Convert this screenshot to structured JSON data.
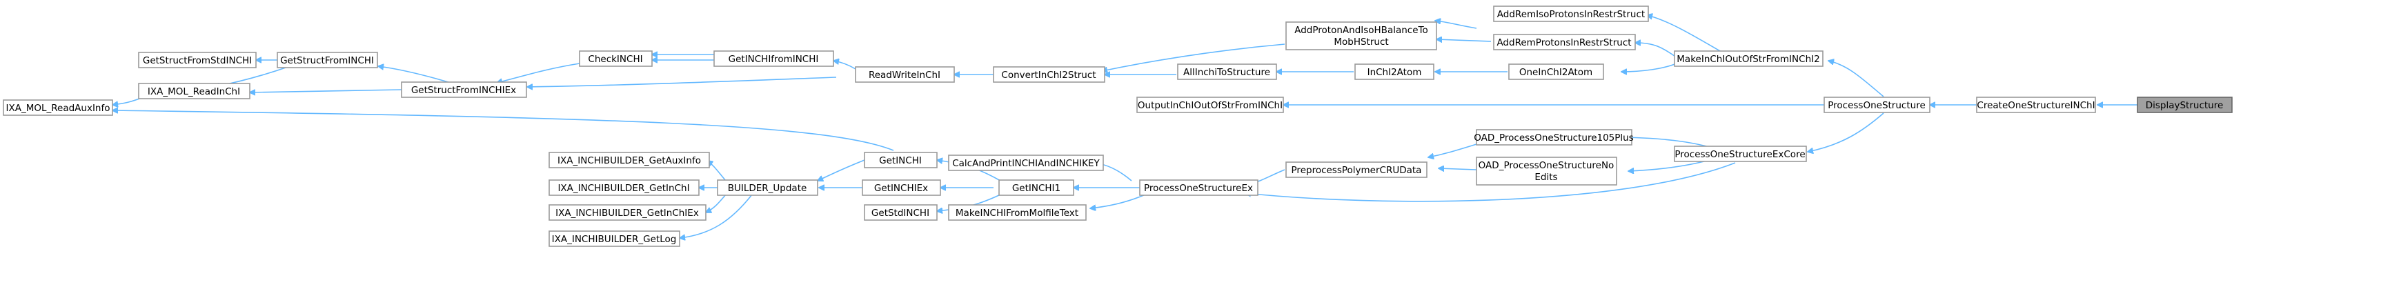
{
  "graph": {
    "root_color": "#a0a0a0",
    "node_border": "#999999",
    "edge_color": "#63b8ff",
    "nodes": [
      {
        "id": "n1",
        "label": "DisplayStructure"
      },
      {
        "id": "n2",
        "label": "CreateOneStructureINChI"
      },
      {
        "id": "n3",
        "label": "ProcessOneStructure"
      },
      {
        "id": "n4",
        "label": "MakeInChIOutOfStrFromINChI2"
      },
      {
        "id": "n5",
        "label": "ProcessOneStructureExCore"
      },
      {
        "id": "n6",
        "label": "AddRemIsoProtonsInRestrStruct"
      },
      {
        "id": "n7",
        "label": "AddProtonAndIsoHBalanceTo"
      },
      {
        "id": "n7b",
        "label": "MobHStruct"
      },
      {
        "id": "n8",
        "label": "AddRemProtonsInRestrStruct"
      },
      {
        "id": "n9",
        "label": "OneInChI2Atom"
      },
      {
        "id": "n10",
        "label": "InChI2Atom"
      },
      {
        "id": "n11",
        "label": "AllInchiToStructure"
      },
      {
        "id": "n12",
        "label": "ConvertInChI2Struct"
      },
      {
        "id": "n13",
        "label": "OutputInChIOutOfStrFromINChI"
      },
      {
        "id": "n14",
        "label": "OAD_ProcessOneStructure105Plus"
      },
      {
        "id": "n15",
        "label": "OAD_ProcessOneStructureNo"
      },
      {
        "id": "n15b",
        "label": "Edits"
      },
      {
        "id": "n16",
        "label": "PreprocessPolymerCRUData"
      },
      {
        "id": "n17",
        "label": "ProcessOneStructureEx"
      },
      {
        "id": "n18",
        "label": "ReadWriteInChI"
      },
      {
        "id": "n19",
        "label": "GetINCHIfromINCHI"
      },
      {
        "id": "n20",
        "label": "CheckINCHI"
      },
      {
        "id": "n21",
        "label": "GetStructFromINCHIEx"
      },
      {
        "id": "n22",
        "label": "GetStructFromINCHI"
      },
      {
        "id": "n23",
        "label": "GetStructFromStdINCHI"
      },
      {
        "id": "n24",
        "label": "IXA_MOL_ReadInChI"
      },
      {
        "id": "n25",
        "label": "IXA_MOL_ReadAuxInfo"
      },
      {
        "id": "n26",
        "label": "CalcAndPrintINCHIAndINCHIKEY"
      },
      {
        "id": "n27",
        "label": "GetINCHI1"
      },
      {
        "id": "n28",
        "label": "MakeINCHIFromMolfileText"
      },
      {
        "id": "n29",
        "label": "GetINCHI"
      },
      {
        "id": "n30",
        "label": "GetINCHIEx"
      },
      {
        "id": "n31",
        "label": "GetStdINCHI"
      },
      {
        "id": "n32",
        "label": "BUILDER_Update"
      },
      {
        "id": "n33",
        "label": "IXA_INCHIBUILDER_GetAuxInfo"
      },
      {
        "id": "n34",
        "label": "IXA_INCHIBUILDER_GetInChI"
      },
      {
        "id": "n35",
        "label": "IXA_INCHIBUILDER_GetInChIEx"
      },
      {
        "id": "n36",
        "label": "IXA_INCHIBUILDER_GetLog"
      }
    ]
  }
}
